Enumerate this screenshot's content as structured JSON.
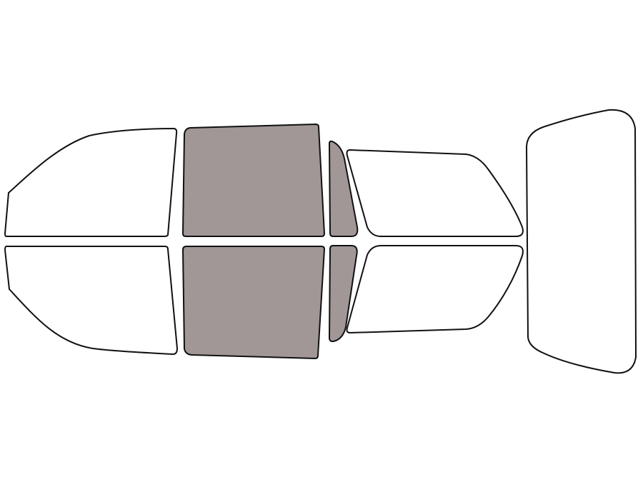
{
  "diagram": {
    "colors": {
      "tinted_fill": "#a09796",
      "untinted_fill": "#ffffff",
      "outline": "#111111",
      "background": "#ffffff"
    },
    "windows": [
      {
        "id": "front-windshield-upper-half",
        "tinted": false
      },
      {
        "id": "front-windshield-lower-half",
        "tinted": false
      },
      {
        "id": "front-door-window-upper",
        "tinted": true
      },
      {
        "id": "front-door-window-lower",
        "tinted": true
      },
      {
        "id": "vent-quarter-window-upper",
        "tinted": true
      },
      {
        "id": "vent-quarter-window-lower",
        "tinted": true
      },
      {
        "id": "rear-door-window-upper",
        "tinted": false
      },
      {
        "id": "rear-door-window-lower",
        "tinted": false
      },
      {
        "id": "rear-window",
        "tinted": false
      }
    ]
  }
}
